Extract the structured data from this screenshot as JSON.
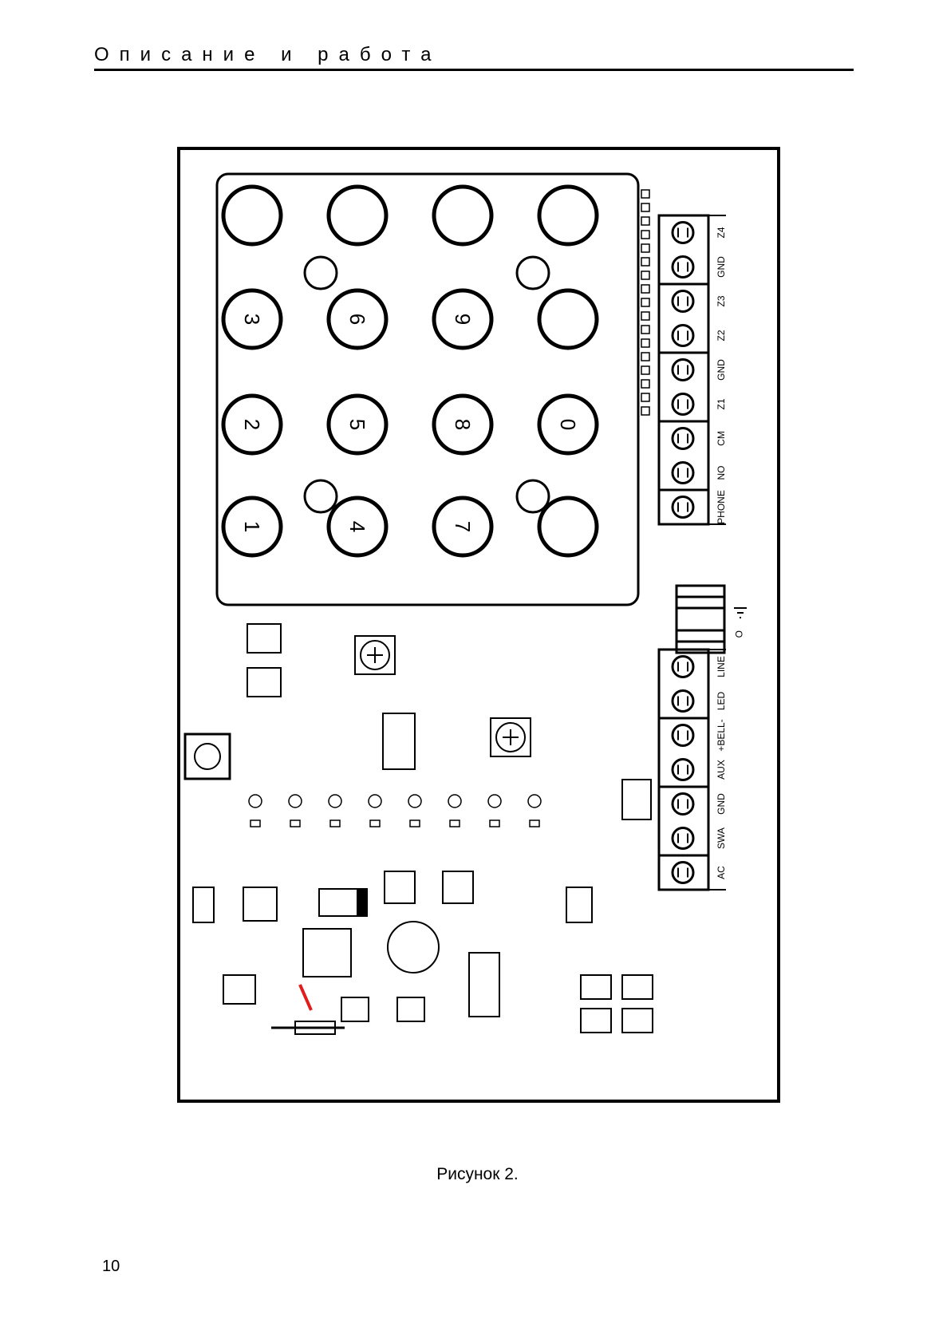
{
  "header": {
    "section_title": "Описание и работа"
  },
  "figure": {
    "keypad_keys": [
      "",
      "",
      "",
      "",
      "3",
      "6",
      "9",
      "",
      "2",
      "5",
      "8",
      "0",
      "1",
      "4",
      "7",
      ""
    ],
    "terminals_top": [
      "Z4",
      "GND",
      "Z3",
      "Z2",
      "GND",
      "Z1",
      "CM",
      "NO",
      "PHONE"
    ],
    "terminals_bottom": [
      "LINE",
      "LED",
      "+BELL-",
      "AUX",
      "GND",
      "SWA",
      "AC"
    ],
    "ground_label": "O",
    "accent_color": "#e21b1b"
  },
  "caption": "Рисунок 2.",
  "page_number": "10"
}
